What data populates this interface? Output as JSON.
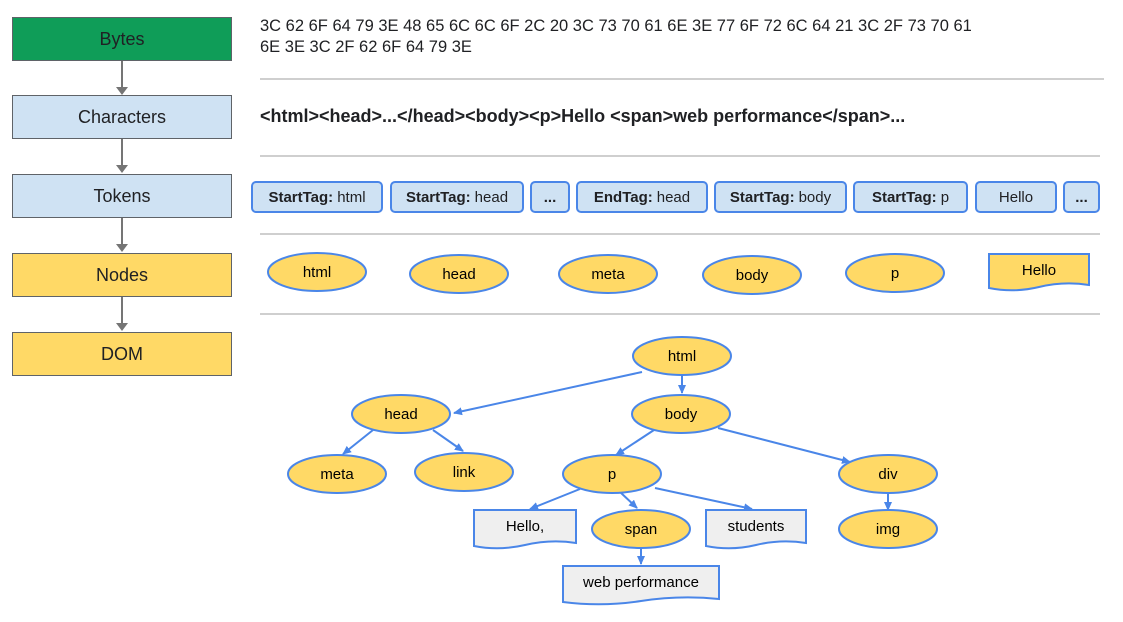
{
  "stages": [
    {
      "label": "Bytes",
      "color": "#0f9d58"
    },
    {
      "label": "Characters",
      "color": "#cfe2f3"
    },
    {
      "label": "Tokens",
      "color": "#cfe2f3"
    },
    {
      "label": "Nodes",
      "color": "#ffd966"
    },
    {
      "label": "DOM",
      "color": "#ffd966"
    }
  ],
  "bytes": {
    "line1": "3C 62 6F 64 79 3E 48 65 6C 6C 6F 2C 20 3C 73 70 61 6E 3E 77 6F 72 6C 64 21 3C 2F 73 70 61",
    "line2": "6E 3E 3C 2F 62 6F 64 79 3E"
  },
  "characters": "<html><head>...</head><body><p>Hello <span>web performance</span>...",
  "tokens": [
    {
      "kind": "StartTag:",
      "value": "html"
    },
    {
      "kind": "StartTag:",
      "value": "head"
    },
    {
      "kind": "",
      "value": "..."
    },
    {
      "kind": "EndTag:",
      "value": "head"
    },
    {
      "kind": "StartTag:",
      "value": "body"
    },
    {
      "kind": "StartTag:",
      "value": "p"
    },
    {
      "kind": "",
      "value": "Hello"
    },
    {
      "kind": "",
      "value": "..."
    }
  ],
  "nodes": [
    "html",
    "head",
    "meta",
    "body",
    "p",
    "Hello"
  ],
  "dom": {
    "elements": [
      "html",
      "head",
      "body",
      "meta",
      "link",
      "p",
      "div",
      "span",
      "img"
    ],
    "texts": [
      "Hello,",
      "students",
      "web performance"
    ]
  },
  "colors": {
    "node_fill": "#ffd966",
    "node_stroke": "#4a86e8",
    "text_fill": "#efefef",
    "edge": "#4a86e8",
    "token_fill": "#cfe2f3"
  }
}
